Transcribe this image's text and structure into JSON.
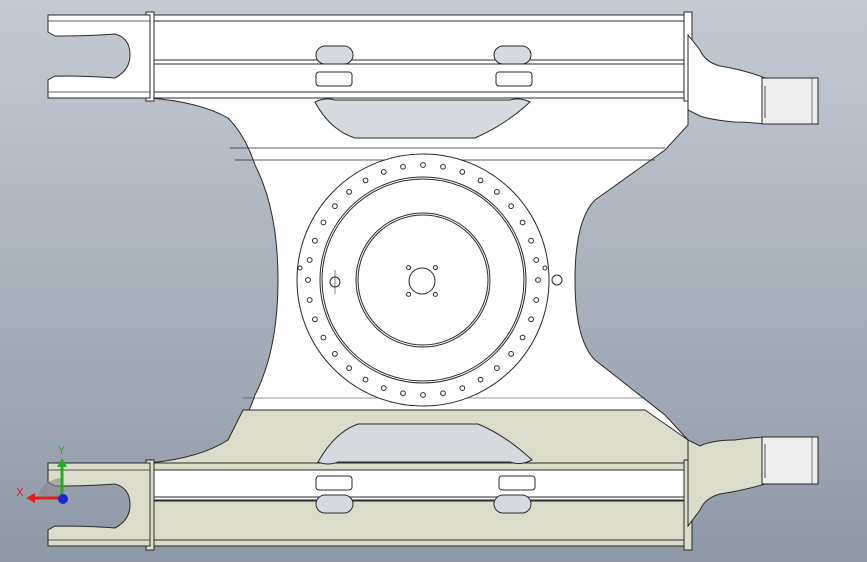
{
  "viewport": {
    "background_top": "#c4cad2",
    "background_bottom": "#8f99a6",
    "part_fill": "#ffffff",
    "part_shaded_fill": "#dcdccb",
    "edge_color": "#2a2a2a"
  },
  "triad": {
    "x_label": "X",
    "y_label": "Y",
    "x_color": "#e02020",
    "y_color": "#20b020",
    "z_color": "#1a2ad0"
  },
  "flange": {
    "bolt_hole_count": 36,
    "inner_hole_count": 4
  }
}
